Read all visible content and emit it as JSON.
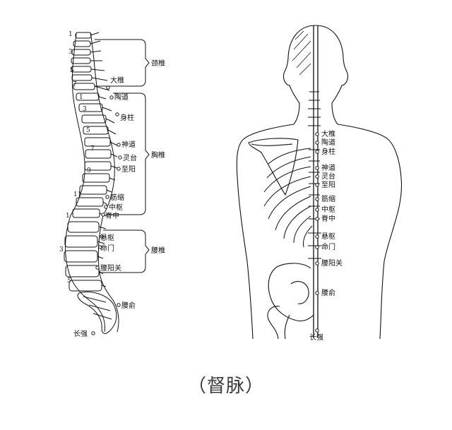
{
  "caption": "（督脉）",
  "spine": {
    "regions": [
      "颈椎",
      "胸椎",
      "腰椎"
    ],
    "vertebra_numbers": [
      "1",
      "3",
      "5",
      "7",
      "1",
      "3",
      "5",
      "7",
      "9",
      "11",
      "1",
      "3",
      "5"
    ],
    "points": [
      "大椎",
      "陶道",
      "身柱",
      "神道",
      "灵台",
      "至阳",
      "筋缩",
      "中枢",
      "脊中",
      "悬枢",
      "命门",
      "腰阳关",
      "腰俞",
      "长强"
    ]
  },
  "back": {
    "points": [
      "大椎",
      "陶道",
      "身柱",
      "神道",
      "灵台",
      "至阳",
      "筋缩",
      "中枢",
      "脊中",
      "悬枢",
      "命门",
      "腰阳关",
      "腰俞",
      "长强"
    ]
  }
}
